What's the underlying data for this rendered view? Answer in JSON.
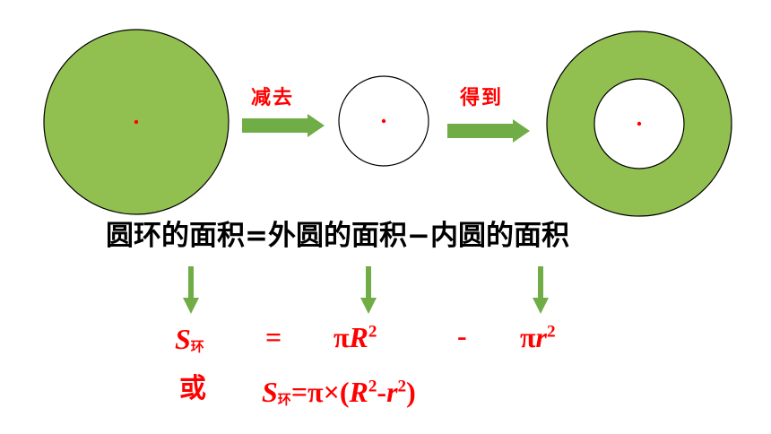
{
  "labels": {
    "subtract": "减去",
    "result": "得到"
  },
  "word_equation": "圆环的面积=外圆的面积−内圆的面积",
  "formula": {
    "s_symbol": "S",
    "s_subscript": "环",
    "equals": "=",
    "pi": "π",
    "big_r": "R",
    "exp": "2",
    "minus": "-",
    "small_r": "r",
    "or_word": "或",
    "alt_times_open": "=π×(",
    "alt_minus": "-",
    "alt_close": ")"
  },
  "colors": {
    "ring_fill": "#92c050",
    "circle_stroke": "#000000",
    "center_dot": "#ff0000",
    "arrow_fill": "#70ad47",
    "formula_text": "#ff0000"
  }
}
